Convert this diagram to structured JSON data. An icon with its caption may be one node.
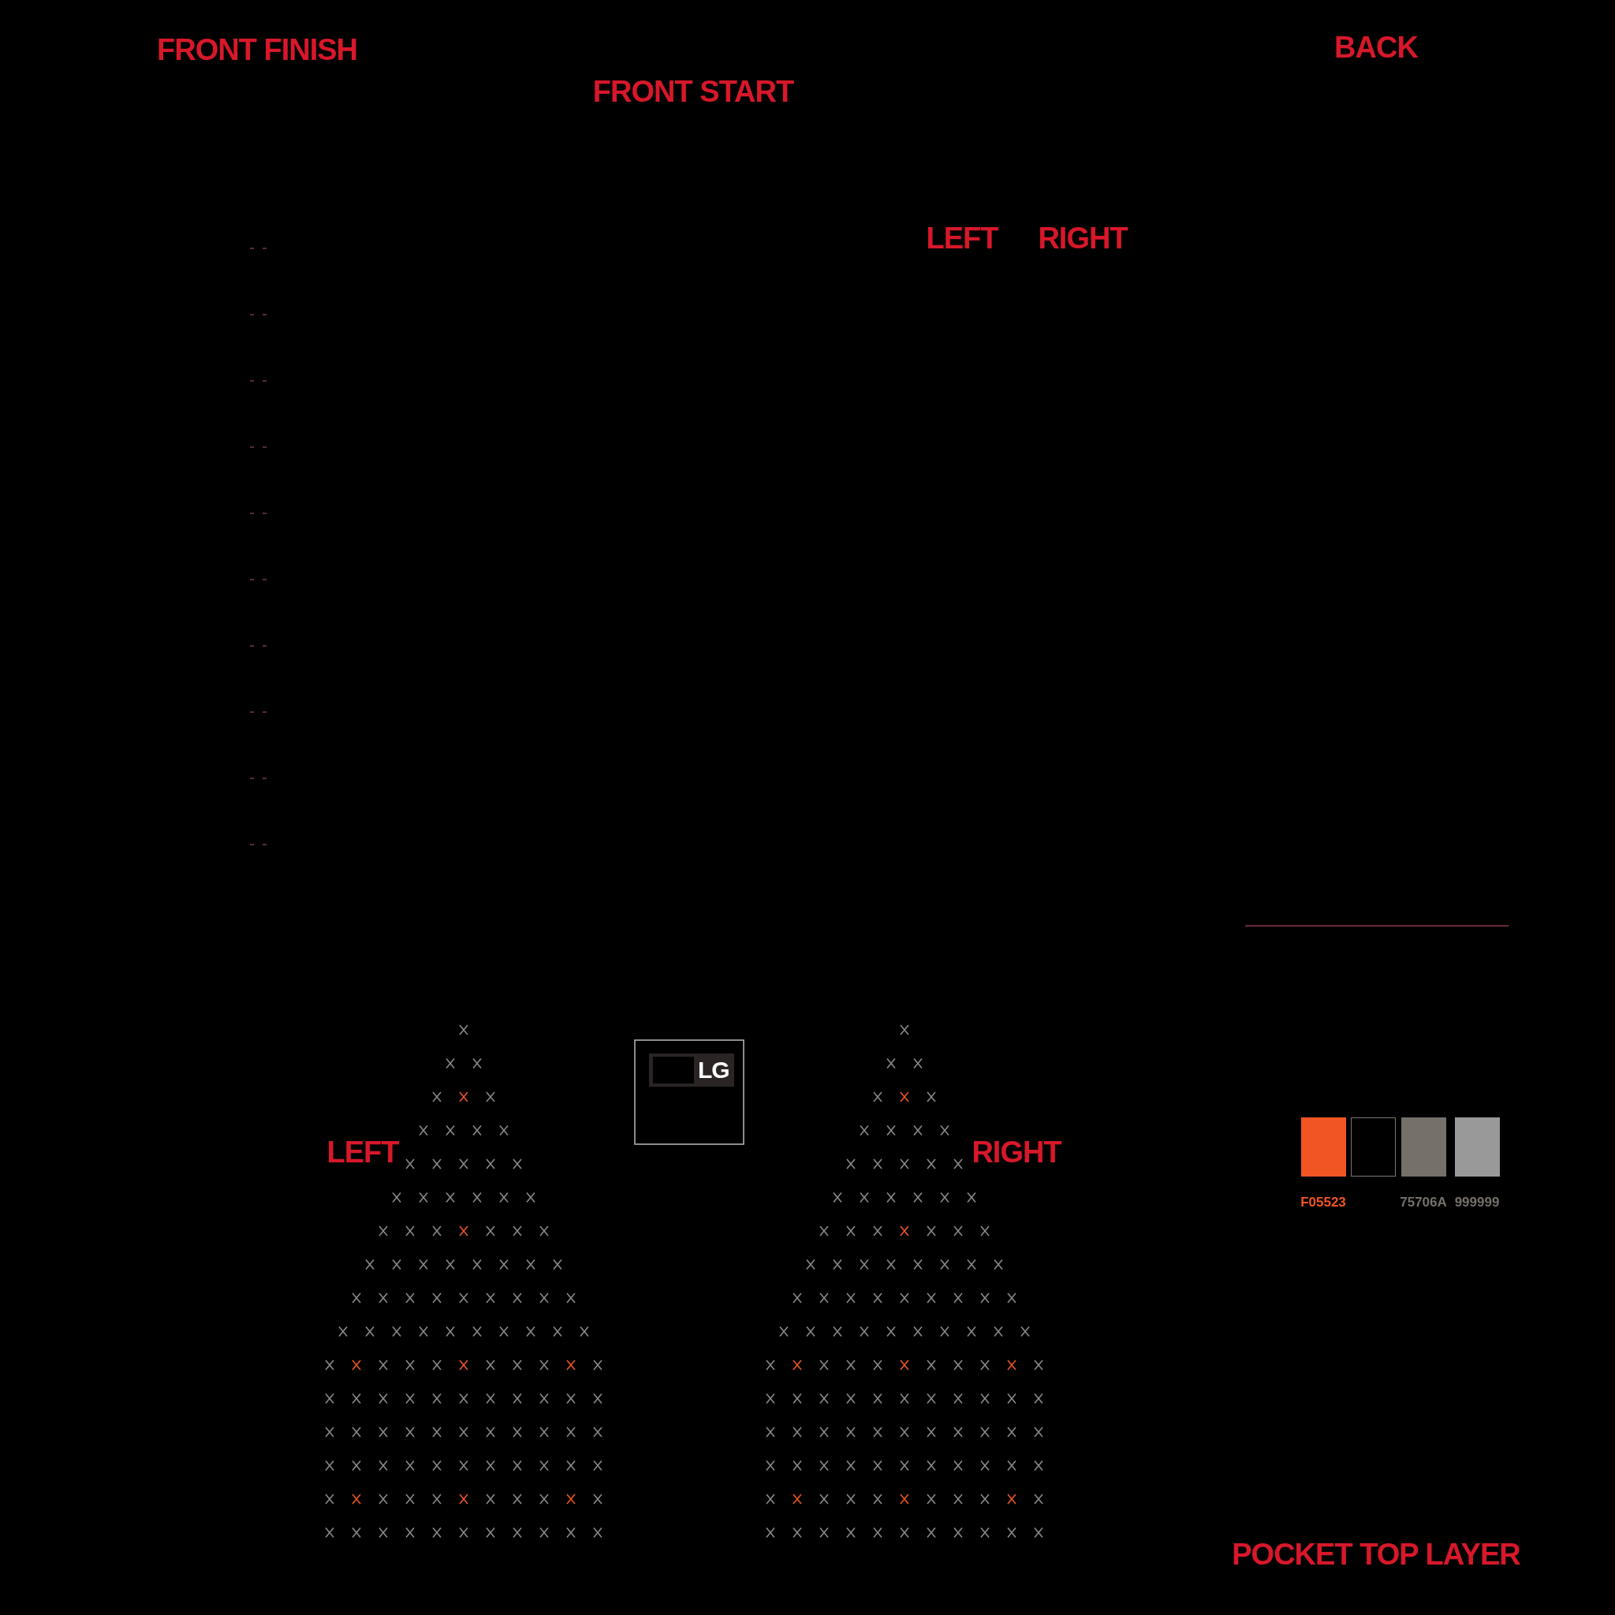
{
  "diagram": {
    "labels": [
      "FRONT FINISH",
      "FRONT START",
      "BACK",
      "LEFT",
      "RIGHT",
      "LEFT",
      "RIGHT",
      "LG",
      "POCKET TOP LAYER"
    ],
    "legend": [
      {
        "text": "F05523",
        "color": "#f05523"
      },
      {
        "text": "75706A",
        "color": "#75706a"
      },
      {
        "text": "999999",
        "color": "#999999"
      }
    ]
  }
}
